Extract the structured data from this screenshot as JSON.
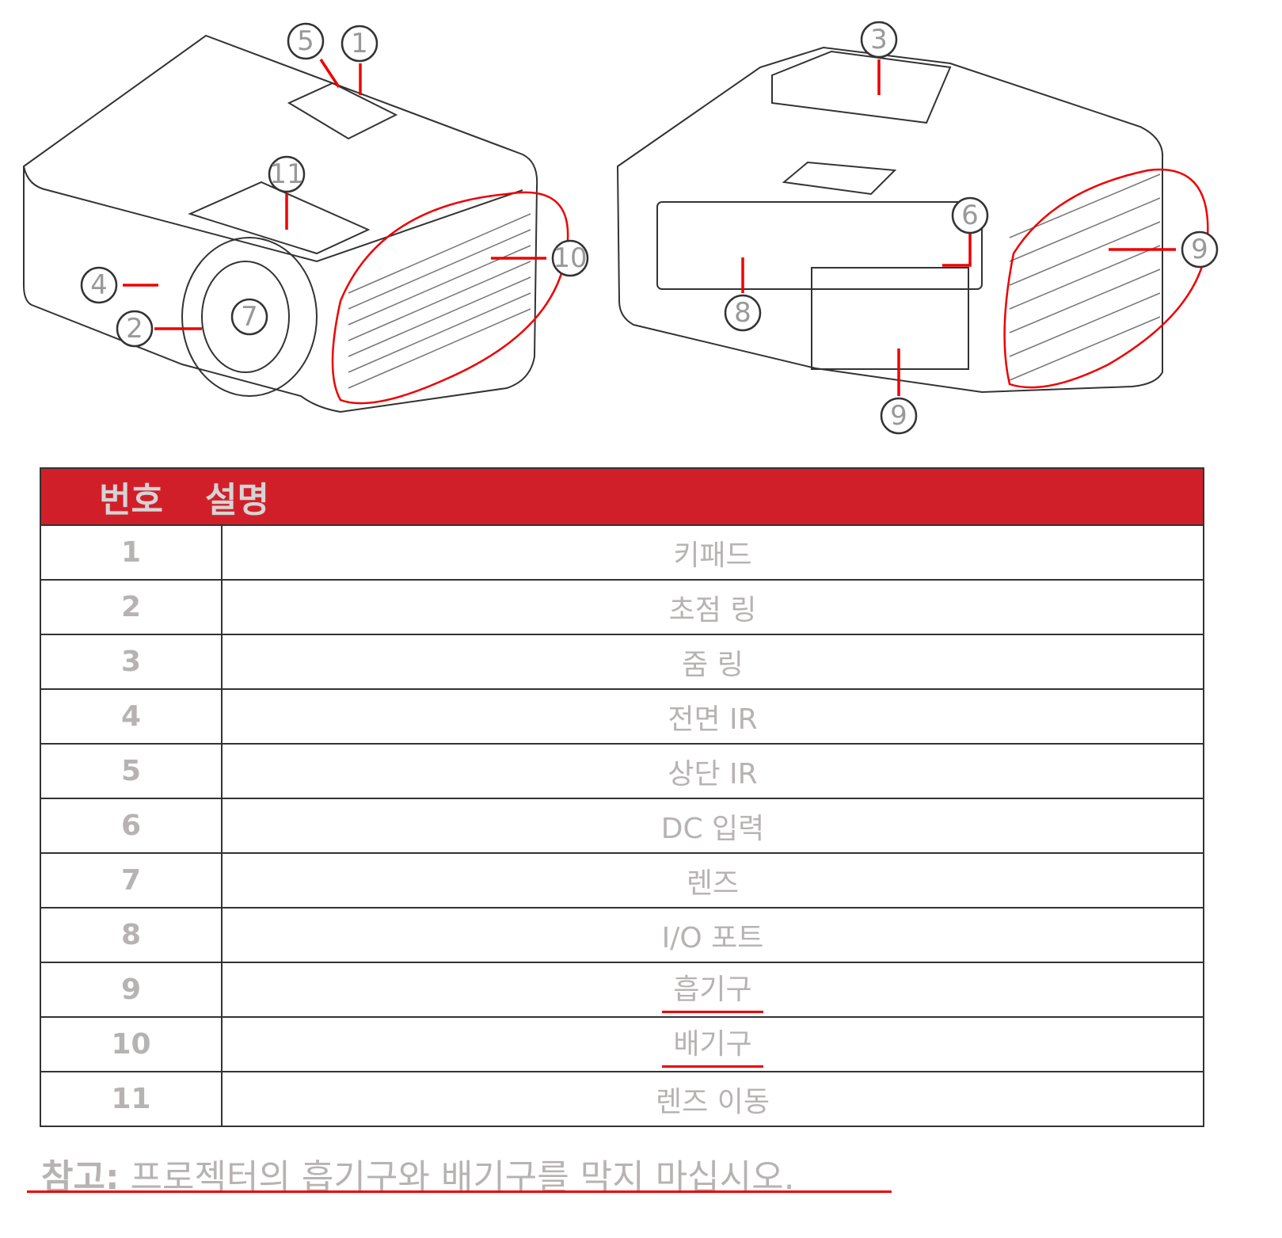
{
  "callouts_left": [
    "5",
    "1",
    "11",
    "4",
    "2",
    "7",
    "10"
  ],
  "callouts_right": [
    "3",
    "6",
    "8",
    "9",
    "9"
  ],
  "table": {
    "headers": [
      "번호",
      "설명"
    ],
    "rows": [
      {
        "num": "1",
        "desc": "키패드"
      },
      {
        "num": "2",
        "desc": "초점 링"
      },
      {
        "num": "3",
        "desc": "줌 링"
      },
      {
        "num": "4",
        "desc": "전면 IR"
      },
      {
        "num": "5",
        "desc": "상단 IR"
      },
      {
        "num": "6",
        "desc": "DC 입력"
      },
      {
        "num": "7",
        "desc": "렌즈"
      },
      {
        "num": "8",
        "desc": "I/O 포트"
      },
      {
        "num": "9",
        "desc": "흡기구"
      },
      {
        "num": "10",
        "desc": "배기구"
      },
      {
        "num": "11",
        "desc": "렌즈 이동"
      }
    ]
  },
  "note": {
    "label": "참고:",
    "text": " 프로젝터의 흡기구와 배기구를 막지 마십시오."
  },
  "colors": {
    "header_bg": "#d11f29",
    "annotation": "#e00000",
    "text": "#b8b3b3"
  }
}
